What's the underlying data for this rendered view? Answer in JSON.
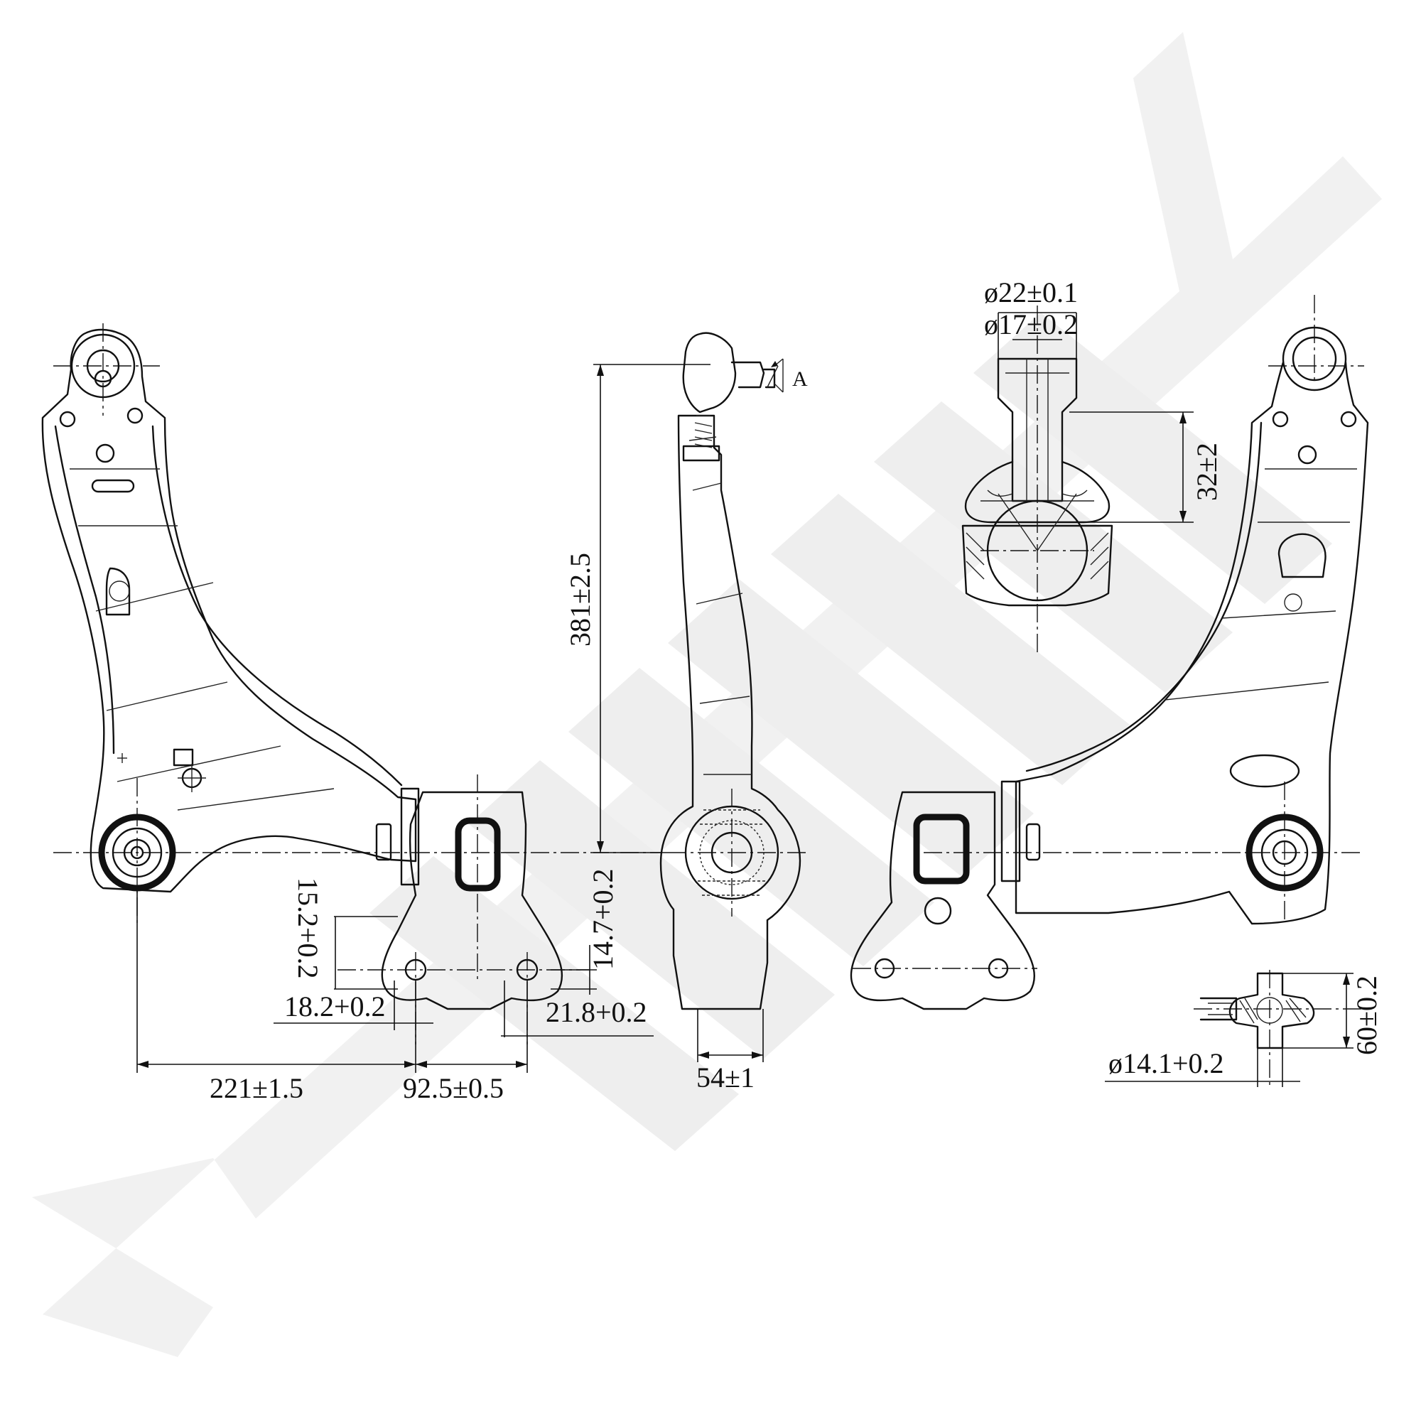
{
  "watermark": {
    "text": "",
    "color": "#eeeeee"
  },
  "line_color": "#111111",
  "views": {
    "front": {
      "name": "front-view"
    },
    "side": {
      "name": "side-view",
      "label": "A"
    },
    "rear": {
      "name": "rear-view"
    },
    "ball_joint_section": {
      "name": "ball-joint-section"
    },
    "bushing_detail": {
      "name": "bushing-detail"
    }
  },
  "dimensions": {
    "d221": "221±1.5",
    "d92_5": "92.5±0.5",
    "d18_2": "18.2+0.2",
    "d21_8": "21.8+0.2",
    "d15_2": "15.2+0.2",
    "d14_7": "14.7+0.2",
    "d381": "381±2.5",
    "d54": "54±1",
    "d22": "ø22±0.1",
    "d17": "ø17±0.2",
    "d32": "32±2",
    "d60": "60±0.2",
    "d14_1": "ø14.1+0.2"
  }
}
